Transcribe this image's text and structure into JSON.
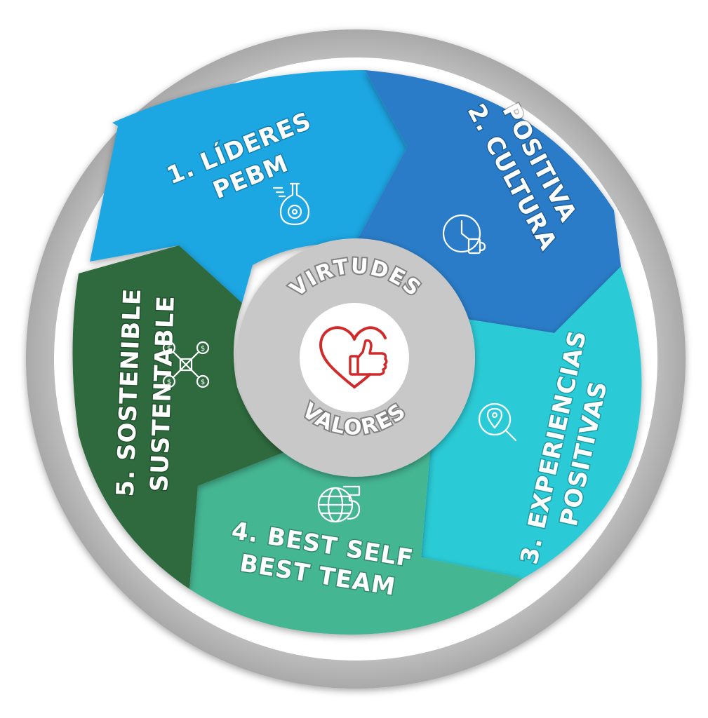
{
  "colors": {
    "ring": "#b9b9b9",
    "ring_inner": "#a8a8a8",
    "segment_1": "#1fa6e2",
    "segment_2": "#2a7cc8",
    "segment_3": "#2ccbd6",
    "segment_4": "#44b692",
    "segment_5": "#2f6a3c",
    "center_disc": "#c8c8c8",
    "heart": "#d12a2a"
  },
  "segments": [
    {
      "line1": "1. LÍDERES",
      "line2": "PEBM",
      "icon": "flask-gear-icon"
    },
    {
      "line1": "2. CULTURA",
      "line2": "POSITIVA",
      "icon": "clock-cup-icon"
    },
    {
      "line1": "3. EXPERIENCIAS",
      "line2": "POSITIVAS",
      "icon": "location-search-icon"
    },
    {
      "line1": "4. BEST SELF",
      "line2": "BEST TEAM",
      "icon": "globe-five-icon"
    },
    {
      "line1": "5. SOSTENIBLE",
      "line2": "SUSTENTABLE",
      "icon": "money-network-icon"
    }
  ],
  "center": {
    "top": "VIRTUDES",
    "bottom": "VALORES",
    "icon": "heart-thumbs-up-icon"
  }
}
